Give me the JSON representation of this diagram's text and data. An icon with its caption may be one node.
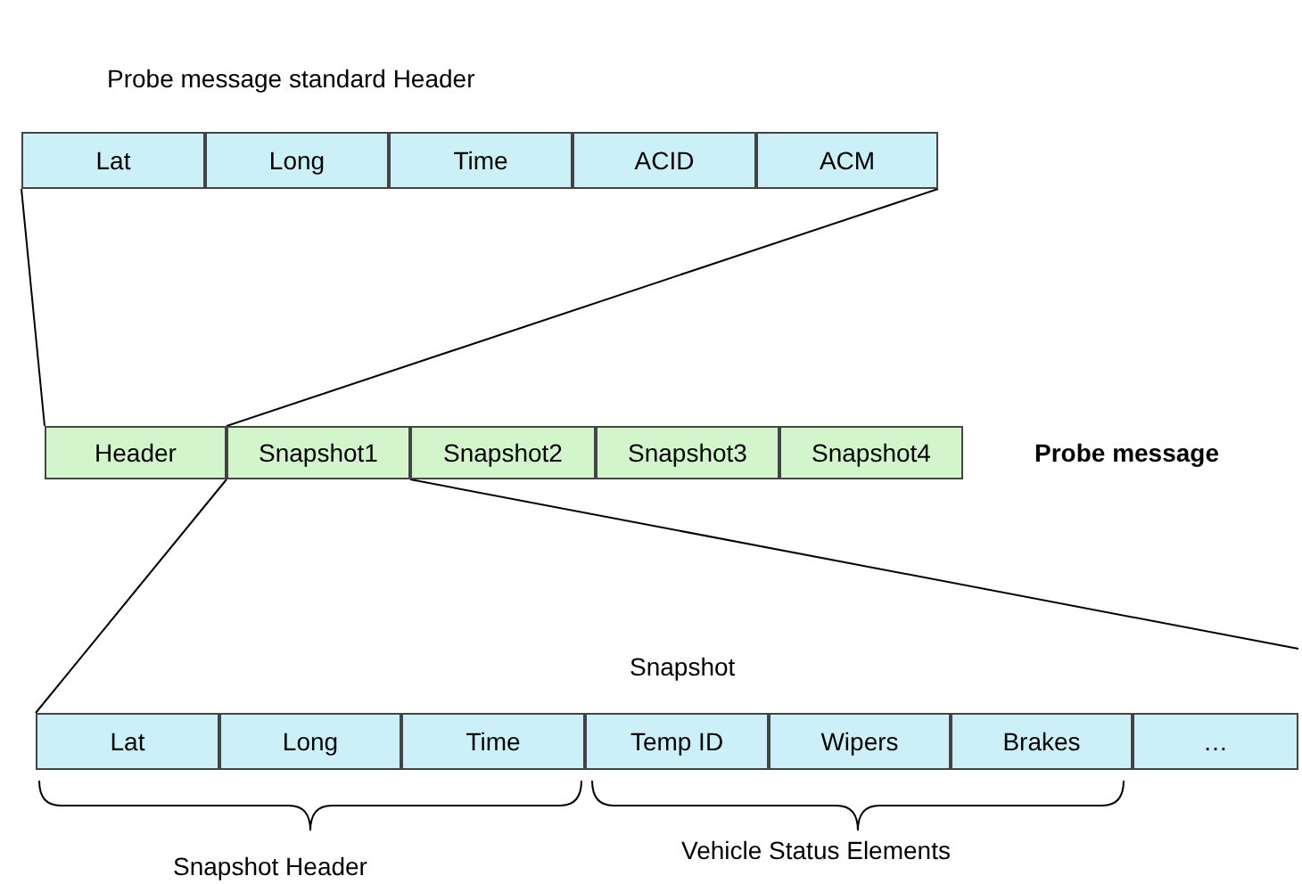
{
  "diagram": {
    "nodes": [
      {
        "text": [
          "Probe message standard Header"
        ]
      },
      {
        "text": [
          "Lat"
        ],
        "in": 0
      },
      {
        "text": [
          "Long"
        ],
        "in": 0
      },
      {
        "text": [
          "Time"
        ],
        "in": 0
      },
      {
        "text": [
          "ACID"
        ],
        "in": 0
      },
      {
        "text": [
          "ACM"
        ],
        "in": 0
      },
      {
        "text": [
          "Header"
        ]
      },
      {
        "text": [
          "Snapshot1"
        ]
      },
      {
        "text": [
          "Snapshot2"
        ]
      },
      {
        "text": [
          "Snapshot3"
        ]
      },
      {
        "text": [
          "Snapshot4"
        ]
      },
      {
        "text": [
          "Snapshot"
        ]
      },
      {
        "text": [
          "Lat"
        ],
        "in": 11
      },
      {
        "text": [
          "Long"
        ],
        "in": 11
      },
      {
        "text": [
          "Time"
        ],
        "in": 11
      },
      {
        "text": [
          "Temp ID"
        ],
        "in": 11
      },
      {
        "text": [
          "Wipers"
        ],
        "in": 11
      },
      {
        "text": [
          "Brakes"
        ],
        "in": 11
      },
      {
        "text": [
          "…"
        ],
        "in": 11
      }
    ],
    "edges": [
      {
        "from": 6,
        "to": 0,
        "arrow": "none"
      },
      {
        "from": 6,
        "to": 0,
        "arrow": "none"
      },
      {
        "from": 7,
        "to": 11,
        "arrow": "none"
      },
      {
        "from": 7,
        "to": 11,
        "arrow": "none"
      }
    ],
    "labels": [
      "Probe message",
      "Snapshot Header",
      "Vehicle Status Elements"
    ]
  }
}
